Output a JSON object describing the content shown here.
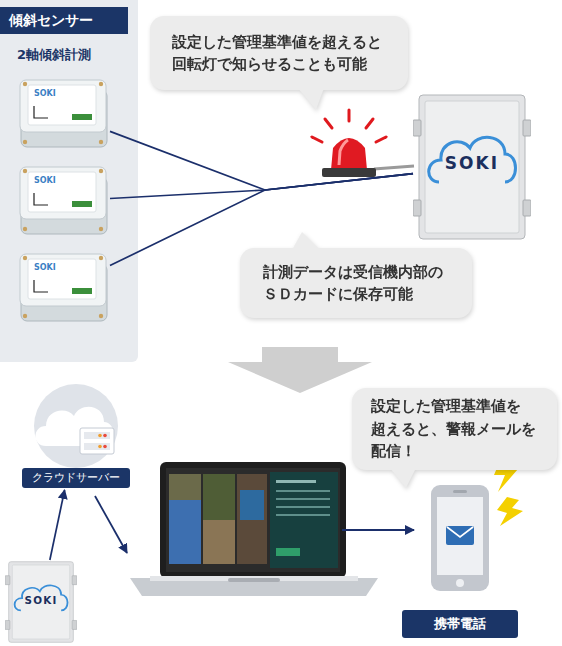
{
  "diagram": {
    "nodes": [
      {
        "text": [
          "傾斜センサー",
          "2軸傾斜計測"
        ]
      },
      {
        "text": [
          "SOKI"
        ],
        "in": 0
      },
      {
        "text": [
          "SOKI"
        ],
        "in": 0
      },
      {
        "text": [
          "SOKI"
        ],
        "in": 0
      },
      {
        "text": [
          "設定した管理基準値を超えると 回転灯で知らせることも可能"
        ]
      },
      {
        "text": [
          "SOKI"
        ]
      },
      {
        "text": [
          "計測データは受信機内部の ＳＤカードに保存可能"
        ]
      },
      {
        "text": [
          "クラウドサーバー"
        ]
      },
      {
        "text": [
          "設定した管理基準値を 超えると、警報メールを 配信！"
        ]
      },
      {
        "text": [
          "SOKI"
        ]
      },
      {
        "text": [
          "携帯電話"
        ]
      }
    ],
    "edges": [
      {
        "from": 1,
        "to": 5,
        "arrow": "none"
      },
      {
        "from": 2,
        "to": 5,
        "arrow": "none"
      },
      {
        "from": 3,
        "to": 5,
        "arrow": "none"
      },
      {
        "from": 9,
        "to": 7,
        "arrow": "to"
      }
    ]
  }
}
